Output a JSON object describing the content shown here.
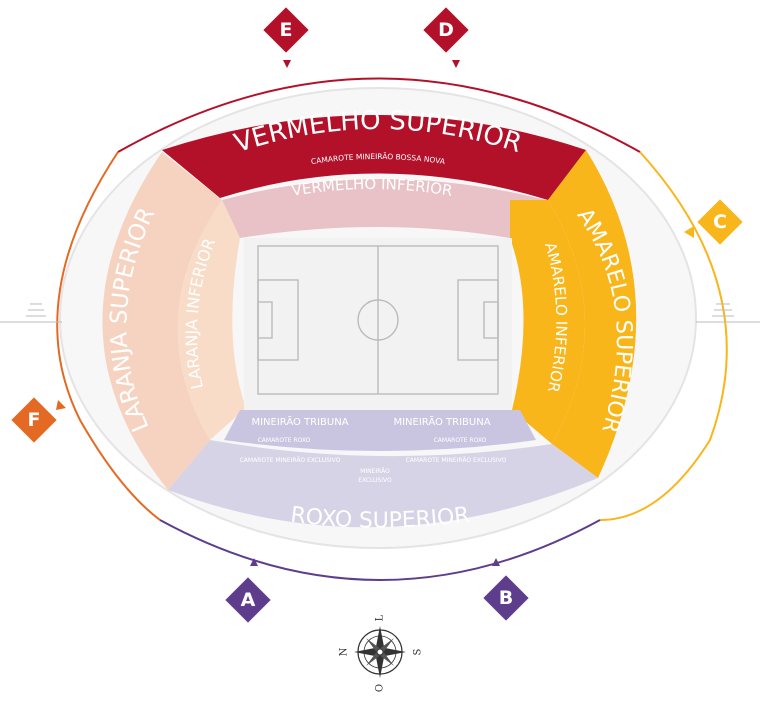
{
  "sectors": {
    "vermelho_superior": {
      "label": "VERMELHO SUPERIOR",
      "color": "#b3112a"
    },
    "camarote_bossa_nova": {
      "label": "CAMAROTE MINEIRÃO BOSSA NOVA"
    },
    "vermelho_inferior": {
      "label": "VERMELHO INFERIOR",
      "color": "#e8c2c6"
    },
    "amarelo_superior": {
      "label": "AMARELO SUPERIOR",
      "color": "#f8b61a"
    },
    "amarelo_inferior": {
      "label": "AMARELO INFERIOR",
      "color": "#f8b61a"
    },
    "laranja_superior": {
      "label": "LARANJA SUPERIOR",
      "color": "#f6d3c1"
    },
    "laranja_inferior": {
      "label": "LARANJA INFERIOR",
      "color": "#f8dcc8"
    },
    "roxo_superior": {
      "label": "ROXO SUPERIOR",
      "color": "#d6d3e7"
    },
    "mineirao_tribuna_left": {
      "label": "MINEIRÃO TRIBUNA"
    },
    "mineirao_tribuna_right": {
      "label": "MINEIRÃO TRIBUNA"
    },
    "camarote_roxo_left": {
      "label": "CAMAROTE ROXO"
    },
    "camarote_roxo_right": {
      "label": "CAMAROTE ROXO"
    },
    "camarote_exclusivo_left": {
      "label": "CAMAROTE MINEIRÃO EXCLUSIVO"
    },
    "camarote_exclusivo_right": {
      "label": "CAMAROTE MINEIRÃO EXCLUSIVO"
    },
    "mineirao_exclusivo": {
      "line1": "MINEIRÃO",
      "line2": "EXCLUSIVO"
    }
  },
  "gates": [
    {
      "id": "E",
      "label": "E",
      "color": "#b3112a"
    },
    {
      "id": "D",
      "label": "D",
      "color": "#b3112a"
    },
    {
      "id": "C",
      "label": "C",
      "color": "#f8b61a"
    },
    {
      "id": "F",
      "label": "F",
      "color": "#e46a23"
    },
    {
      "id": "A",
      "label": "A",
      "color": "#5e3d8c"
    },
    {
      "id": "B",
      "label": "B",
      "color": "#5e3d8c"
    }
  ],
  "compass": {
    "north": "N",
    "south": "S",
    "east": "L",
    "west": "O"
  },
  "colors": {
    "ring_red": "#b3112a",
    "ring_yellow": "#f8b61a",
    "ring_orange": "#e46a23",
    "ring_purple": "#5e3d8c",
    "field_bg": "#f2f2f2"
  },
  "icons": {
    "compass": "compass-rose-icon"
  }
}
